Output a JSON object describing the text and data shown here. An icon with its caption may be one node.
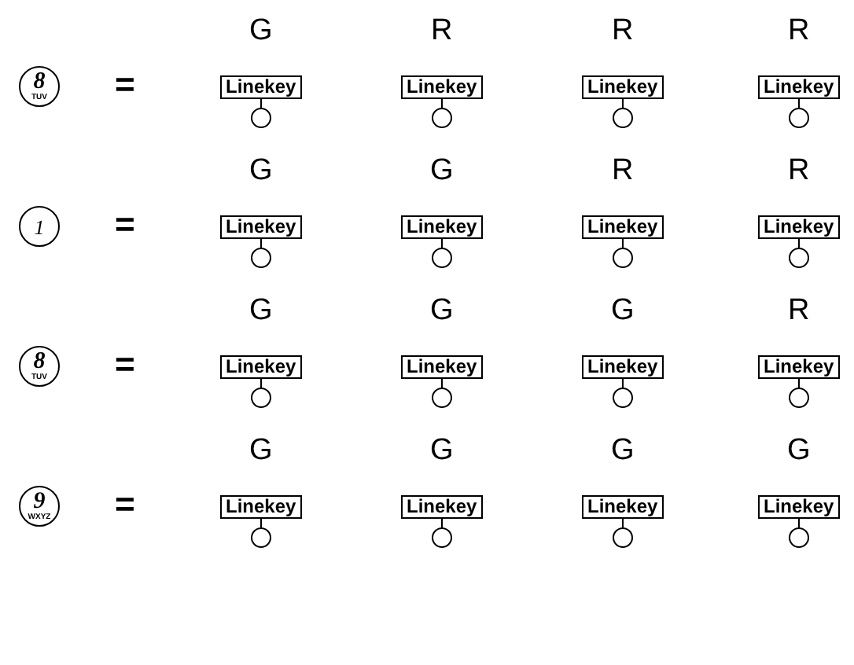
{
  "diagram": {
    "nodes": [
      {
        "text": [
          "8",
          "TUV"
        ]
      },
      {
        "text": [
          "Linekey"
        ],
        "beside": [
          "G"
        ]
      },
      {
        "text": [],
        "shape": "circle"
      },
      {
        "text": [
          "Linekey"
        ],
        "beside": [
          "R"
        ]
      },
      {
        "text": [],
        "shape": "circle"
      },
      {
        "text": [
          "Linekey"
        ],
        "beside": [
          "R"
        ]
      },
      {
        "text": [],
        "shape": "circle"
      },
      {
        "text": [
          "Linekey"
        ],
        "beside": [
          "R"
        ]
      },
      {
        "text": [],
        "shape": "circle"
      },
      {
        "text": [
          "1"
        ]
      },
      {
        "text": [
          "Linekey"
        ],
        "beside": [
          "G"
        ]
      },
      {
        "text": [],
        "shape": "circle"
      },
      {
        "text": [
          "Linekey"
        ],
        "beside": [
          "G"
        ]
      },
      {
        "text": [],
        "shape": "circle"
      },
      {
        "text": [
          "Linekey"
        ],
        "beside": [
          "R"
        ]
      },
      {
        "text": [],
        "shape": "circle"
      },
      {
        "text": [
          "Linekey"
        ],
        "beside": [
          "R"
        ]
      },
      {
        "text": [],
        "shape": "circle"
      },
      {
        "text": [
          "8",
          "TUV"
        ]
      },
      {
        "text": [
          "Linekey"
        ],
        "beside": [
          "G"
        ]
      },
      {
        "text": [],
        "shape": "circle"
      },
      {
        "text": [
          "Linekey"
        ],
        "beside": [
          "G"
        ]
      },
      {
        "text": [],
        "shape": "circle"
      },
      {
        "text": [
          "Linekey"
        ],
        "beside": [
          "G"
        ]
      },
      {
        "text": [],
        "shape": "circle"
      },
      {
        "text": [
          "Linekey"
        ],
        "beside": [
          "R"
        ]
      },
      {
        "text": [],
        "shape": "circle"
      },
      {
        "text": [
          "9",
          "WXYZ"
        ]
      },
      {
        "text": [
          "Linekey"
        ],
        "beside": [
          "G"
        ]
      },
      {
        "text": [],
        "shape": "circle"
      },
      {
        "text": [
          "Linekey"
        ],
        "beside": [
          "G"
        ]
      },
      {
        "text": [],
        "shape": "circle"
      },
      {
        "text": [
          "Linekey"
        ],
        "beside": [
          "G"
        ]
      },
      {
        "text": [],
        "shape": "circle"
      },
      {
        "text": [
          "Linekey"
        ],
        "beside": [
          "G"
        ]
      },
      {
        "text": [],
        "shape": "circle"
      }
    ],
    "edges": [
      {
        "from": 1,
        "to": 2,
        "arrow": "none"
      },
      {
        "from": 3,
        "to": 4,
        "arrow": "none"
      },
      {
        "from": 5,
        "to": 6,
        "arrow": "none"
      },
      {
        "from": 7,
        "to": 8,
        "arrow": "none"
      },
      {
        "from": 10,
        "to": 11,
        "arrow": "none"
      },
      {
        "from": 12,
        "to": 13,
        "arrow": "none"
      },
      {
        "from": 14,
        "to": 15,
        "arrow": "none"
      },
      {
        "from": 16,
        "to": 17,
        "arrow": "none"
      },
      {
        "from": 19,
        "to": 20,
        "arrow": "none"
      },
      {
        "from": 21,
        "to": 22,
        "arrow": "none"
      },
      {
        "from": 23,
        "to": 24,
        "arrow": "none"
      },
      {
        "from": 25,
        "to": 26,
        "arrow": "none"
      },
      {
        "from": 28,
        "to": 29,
        "arrow": "none"
      },
      {
        "from": 30,
        "to": 31,
        "arrow": "none"
      },
      {
        "from": 32,
        "to": 33,
        "arrow": "none"
      },
      {
        "from": 34,
        "to": 35,
        "arrow": "none"
      }
    ],
    "labels": [
      "=",
      "=",
      "=",
      "="
    ]
  }
}
